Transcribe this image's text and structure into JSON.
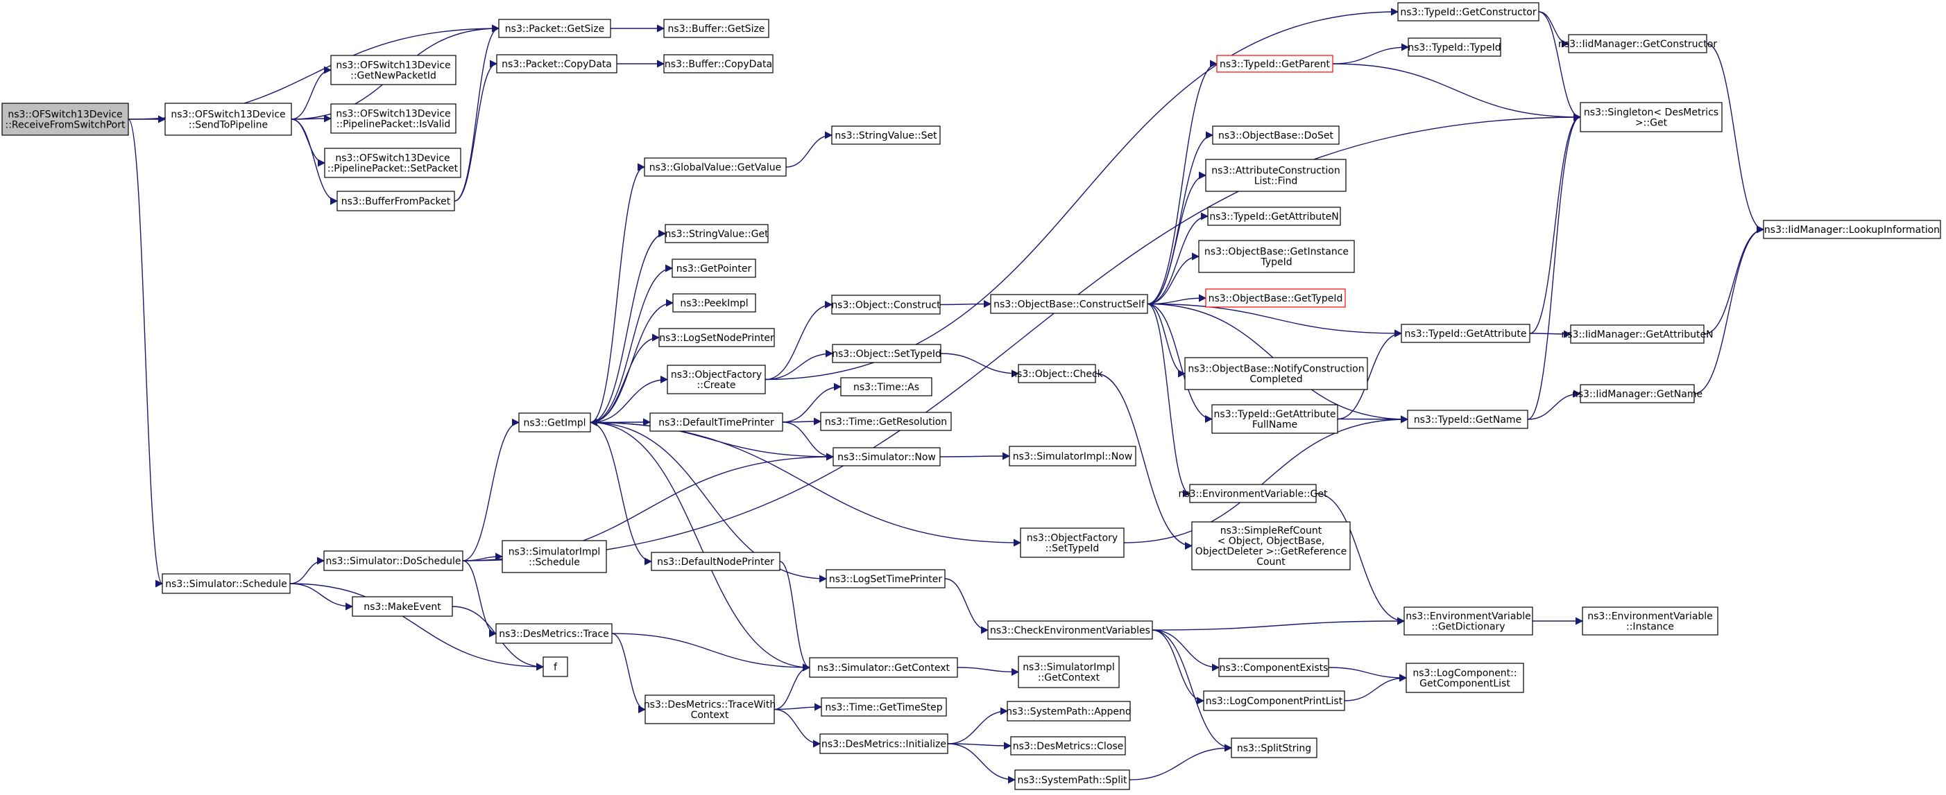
{
  "colors": {
    "edge": "#191970",
    "root_fill": "#bfbfbf",
    "node_border": "#000000",
    "truncated_border": "#ff0000"
  },
  "nodes": [
    {
      "id": "recv",
      "lines": [
        "ns3::OFSwitch13Device",
        "::ReceiveFromSwitchPort"
      ],
      "root": true
    },
    {
      "id": "sendpipe",
      "lines": [
        "ns3::OFSwitch13Device",
        "::SendToPipeline"
      ]
    },
    {
      "id": "getnewpid",
      "lines": [
        "ns3::OFSwitch13Device",
        "::GetNewPacketId"
      ]
    },
    {
      "id": "isvalid",
      "lines": [
        "ns3::OFSwitch13Device",
        "::PipelinePacket::IsValid"
      ]
    },
    {
      "id": "setpacket",
      "lines": [
        "ns3::OFSwitch13Device",
        "::PipelinePacket::SetPacket"
      ]
    },
    {
      "id": "buffromp",
      "lines": [
        "ns3::BufferFromPacket"
      ]
    },
    {
      "id": "pgetsize",
      "lines": [
        "ns3::Packet::GetSize"
      ]
    },
    {
      "id": "bgetsize",
      "lines": [
        "ns3::Buffer::GetSize"
      ]
    },
    {
      "id": "pcopy",
      "lines": [
        "ns3::Packet::CopyData"
      ]
    },
    {
      "id": "bcopy",
      "lines": [
        "ns3::Buffer::CopyData"
      ]
    },
    {
      "id": "schedule",
      "lines": [
        "ns3::Simulator::Schedule"
      ]
    },
    {
      "id": "dosched",
      "lines": [
        "ns3::Simulator::DoSchedule"
      ]
    },
    {
      "id": "simimplsched",
      "lines": [
        "ns3::SimulatorImpl",
        "::Schedule"
      ]
    },
    {
      "id": "makeevent",
      "lines": [
        "ns3::MakeEvent"
      ]
    },
    {
      "id": "f",
      "lines": [
        "f"
      ]
    },
    {
      "id": "dmtrace",
      "lines": [
        "ns3::DesMetrics::Trace"
      ]
    },
    {
      "id": "dmtracectx",
      "lines": [
        "ns3::DesMetrics::TraceWith",
        "Context"
      ]
    },
    {
      "id": "getimpl",
      "lines": [
        "ns3::GetImpl"
      ]
    },
    {
      "id": "gvgetvalue",
      "lines": [
        "ns3::GlobalValue::GetValue"
      ]
    },
    {
      "id": "svset",
      "lines": [
        "ns3::StringValue::Set"
      ]
    },
    {
      "id": "svget",
      "lines": [
        "ns3::StringValue::Get"
      ]
    },
    {
      "id": "getpointer",
      "lines": [
        "ns3::GetPointer"
      ]
    },
    {
      "id": "logsetnode",
      "lines": [
        "ns3::LogSetNodePrinter"
      ]
    },
    {
      "id": "peekimpl",
      "lines": [
        "ns3::PeekImpl"
      ]
    },
    {
      "id": "ofcreate",
      "lines": [
        "ns3::ObjectFactory",
        "::Create"
      ]
    },
    {
      "id": "deftimeprinter",
      "lines": [
        "ns3::DefaultTimePrinter"
      ]
    },
    {
      "id": "defnodeprinter",
      "lines": [
        "ns3::DefaultNodePrinter"
      ]
    },
    {
      "id": "logsettime",
      "lines": [
        "ns3::LogSetTimePrinter"
      ]
    },
    {
      "id": "simgetctx",
      "lines": [
        "ns3::Simulator::GetContext"
      ]
    },
    {
      "id": "simimplgetctx",
      "lines": [
        "ns3::SimulatorImpl",
        "::GetContext"
      ]
    },
    {
      "id": "timegetstep",
      "lines": [
        "ns3::Time::GetTimeStep"
      ]
    },
    {
      "id": "dminit",
      "lines": [
        "ns3::DesMetrics::Initialize"
      ]
    },
    {
      "id": "sysappend",
      "lines": [
        "ns3::SystemPath::Append"
      ]
    },
    {
      "id": "dmclose",
      "lines": [
        "ns3::DesMetrics::Close"
      ]
    },
    {
      "id": "syssplit",
      "lines": [
        "ns3::SystemPath::Split"
      ]
    },
    {
      "id": "splitstring",
      "lines": [
        "ns3::SplitString"
      ]
    },
    {
      "id": "objconstruct",
      "lines": [
        "ns3::Object::Construct"
      ]
    },
    {
      "id": "objsettypeid",
      "lines": [
        "ns3::Object::SetTypeId"
      ]
    },
    {
      "id": "objcheck",
      "lines": [
        "ns3::Object::Check"
      ]
    },
    {
      "id": "timeas",
      "lines": [
        "ns3::Time::As"
      ]
    },
    {
      "id": "timegetres",
      "lines": [
        "ns3::Time::GetResolution"
      ]
    },
    {
      "id": "simnow",
      "lines": [
        "ns3::Simulator::Now"
      ]
    },
    {
      "id": "simimplnow",
      "lines": [
        "ns3::SimulatorImpl::Now"
      ]
    },
    {
      "id": "ofsettypeid",
      "lines": [
        "ns3::ObjectFactory",
        "::SetTypeId"
      ]
    },
    {
      "id": "checkenv",
      "lines": [
        "ns3::CheckEnvironmentVariables"
      ]
    },
    {
      "id": "compexists",
      "lines": [
        "ns3::ComponentExists"
      ]
    },
    {
      "id": "logcompprint",
      "lines": [
        "ns3::LogComponentPrintList"
      ]
    },
    {
      "id": "logcompget",
      "lines": [
        "ns3::LogComponent::",
        "GetComponentList"
      ]
    },
    {
      "id": "envgetdict",
      "lines": [
        "ns3::EnvironmentVariable",
        "::GetDictionary"
      ]
    },
    {
      "id": "envinstance",
      "lines": [
        "ns3::EnvironmentVariable",
        "::Instance"
      ]
    },
    {
      "id": "envget",
      "lines": [
        "ns3::EnvironmentVariable::Get"
      ]
    },
    {
      "id": "refcount",
      "lines": [
        "ns3::SimpleRefCount",
        "< Object, ObjectBase,",
        "ObjectDeleter >::GetReference",
        "Count"
      ]
    },
    {
      "id": "obconstructself",
      "lines": [
        "ns3::ObjectBase::ConstructSelf"
      ]
    },
    {
      "id": "typeidgetparent",
      "lines": [
        "ns3::TypeId::GetParent"
      ],
      "red": true
    },
    {
      "id": "typeidtypeid",
      "lines": [
        "ns3::TypeId::TypeId"
      ]
    },
    {
      "id": "obdoset",
      "lines": [
        "ns3::ObjectBase::DoSet"
      ]
    },
    {
      "id": "attrfind",
      "lines": [
        "ns3::AttributeConstruction",
        "List::Find"
      ]
    },
    {
      "id": "typeidgetattrn",
      "lines": [
        "ns3::TypeId::GetAttributeN"
      ]
    },
    {
      "id": "obgetinst",
      "lines": [
        "ns3::ObjectBase::GetInstance",
        "TypeId"
      ]
    },
    {
      "id": "obgettypeid",
      "lines": [
        "ns3::ObjectBase::GetTypeId"
      ],
      "red": true
    },
    {
      "id": "obnotify",
      "lines": [
        "ns3::ObjectBase::NotifyConstruction",
        "Completed"
      ]
    },
    {
      "id": "typeidattrfull",
      "lines": [
        "ns3::TypeId::GetAttribute",
        "FullName"
      ]
    },
    {
      "id": "typeidgetattr",
      "lines": [
        "ns3::TypeId::GetAttribute"
      ]
    },
    {
      "id": "typeidgetname",
      "lines": [
        "ns3::TypeId::GetName"
      ]
    },
    {
      "id": "typeidgetctor",
      "lines": [
        "ns3::TypeId::GetConstructor"
      ]
    },
    {
      "id": "iidgetctor",
      "lines": [
        "ns3::IidManager::GetConstructor"
      ]
    },
    {
      "id": "singleton",
      "lines": [
        "ns3::Singleton< DesMetrics",
        ">::Get"
      ]
    },
    {
      "id": "iidlookup",
      "lines": [
        "ns3::IidManager::LookupInformation"
      ]
    },
    {
      "id": "iidgetattrn",
      "lines": [
        "ns3::IidManager::GetAttributeN"
      ]
    },
    {
      "id": "iidgetname",
      "lines": [
        "ns3::IidManager::GetName"
      ]
    }
  ],
  "edges": [
    [
      "recv",
      "sendpipe"
    ],
    [
      "recv",
      "pgetsize"
    ],
    [
      "recv",
      "schedule"
    ],
    [
      "sendpipe",
      "pgetsize"
    ],
    [
      "sendpipe",
      "getnewpid"
    ],
    [
      "sendpipe",
      "isvalid"
    ],
    [
      "sendpipe",
      "setpacket"
    ],
    [
      "sendpipe",
      "buffromp"
    ],
    [
      "buffromp",
      "pgetsize"
    ],
    [
      "buffromp",
      "pcopy"
    ],
    [
      "pgetsize",
      "bgetsize"
    ],
    [
      "pcopy",
      "bcopy"
    ],
    [
      "schedule",
      "dosched"
    ],
    [
      "schedule",
      "makeevent"
    ],
    [
      "schedule",
      "f"
    ],
    [
      "makeevent",
      "f"
    ],
    [
      "dosched",
      "simimplsched"
    ],
    [
      "dosched",
      "getimpl"
    ],
    [
      "dosched",
      "simnow"
    ],
    [
      "dosched",
      "dmtrace"
    ],
    [
      "dosched",
      "singleton"
    ],
    [
      "dmtrace",
      "simgetctx"
    ],
    [
      "dmtrace",
      "dmtracectx"
    ],
    [
      "dmtracectx",
      "simgetctx"
    ],
    [
      "dmtracectx",
      "timegetstep"
    ],
    [
      "dmtracectx",
      "dminit"
    ],
    [
      "dminit",
      "sysappend"
    ],
    [
      "dminit",
      "dmclose"
    ],
    [
      "dminit",
      "syssplit"
    ],
    [
      "syssplit",
      "splitstring"
    ],
    [
      "getimpl",
      "gvgetvalue"
    ],
    [
      "getimpl",
      "svget"
    ],
    [
      "getimpl",
      "getpointer"
    ],
    [
      "getimpl",
      "logsetnode"
    ],
    [
      "getimpl",
      "peekimpl"
    ],
    [
      "getimpl",
      "ofcreate"
    ],
    [
      "getimpl",
      "deftimeprinter"
    ],
    [
      "getimpl",
      "defnodeprinter"
    ],
    [
      "getimpl",
      "logsettime"
    ],
    [
      "getimpl",
      "ofsettypeid"
    ],
    [
      "getimpl",
      "simgetctx"
    ],
    [
      "gvgetvalue",
      "svset"
    ],
    [
      "ofcreate",
      "objconstruct"
    ],
    [
      "ofcreate",
      "objsettypeid"
    ],
    [
      "ofcreate",
      "typeidgetctor"
    ],
    [
      "deftimeprinter",
      "timeas"
    ],
    [
      "deftimeprinter",
      "timegetres"
    ],
    [
      "deftimeprinter",
      "simnow"
    ],
    [
      "defnodeprinter",
      "simgetctx"
    ],
    [
      "simnow",
      "getimpl"
    ],
    [
      "simnow",
      "simimplnow"
    ],
    [
      "simgetctx",
      "simimplgetctx"
    ],
    [
      "logsettime",
      "checkenv"
    ],
    [
      "objconstruct",
      "obconstructself"
    ],
    [
      "objsettypeid",
      "objcheck"
    ],
    [
      "objcheck",
      "refcount"
    ],
    [
      "ofsettypeid",
      "typeidgetname"
    ],
    [
      "checkenv",
      "envgetdict"
    ],
    [
      "checkenv",
      "compexists"
    ],
    [
      "checkenv",
      "logcompprint"
    ],
    [
      "checkenv",
      "splitstring"
    ],
    [
      "compexists",
      "logcompget"
    ],
    [
      "logcompprint",
      "logcompget"
    ],
    [
      "envgetdict",
      "envinstance"
    ],
    [
      "envget",
      "envgetdict"
    ],
    [
      "obconstructself",
      "typeidgetparent"
    ],
    [
      "obconstructself",
      "obdoset"
    ],
    [
      "obconstructself",
      "attrfind"
    ],
    [
      "obconstructself",
      "typeidgetattrn"
    ],
    [
      "obconstructself",
      "obgetinst"
    ],
    [
      "obconstructself",
      "obgettypeid"
    ],
    [
      "obconstructself",
      "typeidgetattr"
    ],
    [
      "obconstructself",
      "obnotify"
    ],
    [
      "obconstructself",
      "typeidattrfull"
    ],
    [
      "obconstructself",
      "typeidgetname"
    ],
    [
      "obconstructself",
      "envget"
    ],
    [
      "typeidgetparent",
      "typeidtypeid"
    ],
    [
      "typeidgetparent",
      "singleton"
    ],
    [
      "typeidattrfull",
      "typeidgetname"
    ],
    [
      "typeidattrfull",
      "typeidgetattr"
    ],
    [
      "typeidgetattr",
      "singleton"
    ],
    [
      "typeidgetattr",
      "iidgetattrn"
    ],
    [
      "typeidgetname",
      "singleton"
    ],
    [
      "typeidgetname",
      "iidgetname"
    ],
    [
      "typeidgetctor",
      "iidgetctor"
    ],
    [
      "typeidgetctor",
      "singleton"
    ],
    [
      "iidgetctor",
      "iidlookup"
    ],
    [
      "iidgetattrn",
      "iidlookup"
    ],
    [
      "iidgetname",
      "iidlookup"
    ]
  ]
}
